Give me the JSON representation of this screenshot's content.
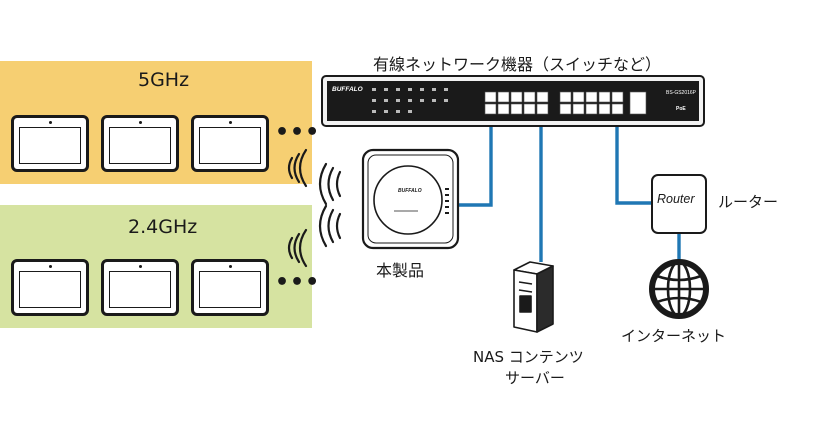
{
  "bands": {
    "band_5ghz": {
      "label": "5GHz",
      "color": "#f6cf72"
    },
    "band_24ghz": {
      "label": "2.4GHz",
      "color": "#d6e3a1"
    }
  },
  "switch": {
    "caption": "有線ネットワーク機器（スイッチなど）",
    "brand": "BUFFALO",
    "model": "BS-GS2016P",
    "poe": "PoE"
  },
  "access_point": {
    "caption": "本製品",
    "brand": "BUFFALO"
  },
  "nas": {
    "caption_line1": "NAS コンテンツ",
    "caption_line2": "サーバー"
  },
  "router": {
    "box_text": "Router",
    "caption": "ルーター"
  },
  "internet": {
    "caption": "インターネット"
  },
  "colors": {
    "cable": "#1f77b4",
    "ink": "#1a1a1a"
  }
}
